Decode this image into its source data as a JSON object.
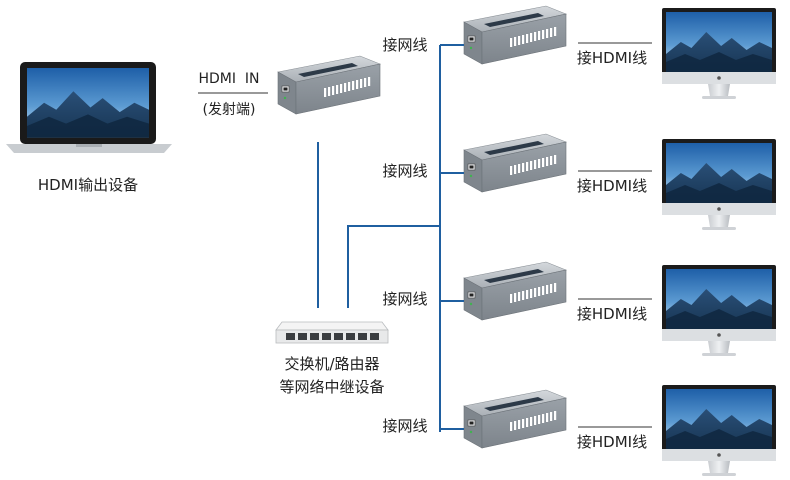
{
  "source": {
    "label": "HDMI输出设备"
  },
  "transmitter": {
    "in_label": "HDMI  IN",
    "role_label": "(发射端)"
  },
  "switch": {
    "line1": "交换机/路由器",
    "line2": "等网络中继设备"
  },
  "receivers": [
    {
      "net_label": "接网线",
      "hdmi_label": "接HDMI线"
    },
    {
      "net_label": "接网线",
      "hdmi_label": "接HDMI线"
    },
    {
      "net_label": "接网线",
      "hdmi_label": "接HDMI线"
    },
    {
      "net_label": "接网线",
      "hdmi_label": "接HDMI线"
    }
  ],
  "colors": {
    "network_line": "#1f5fa0",
    "hdmi_line": "#333333",
    "device_body": "#8e959c"
  }
}
